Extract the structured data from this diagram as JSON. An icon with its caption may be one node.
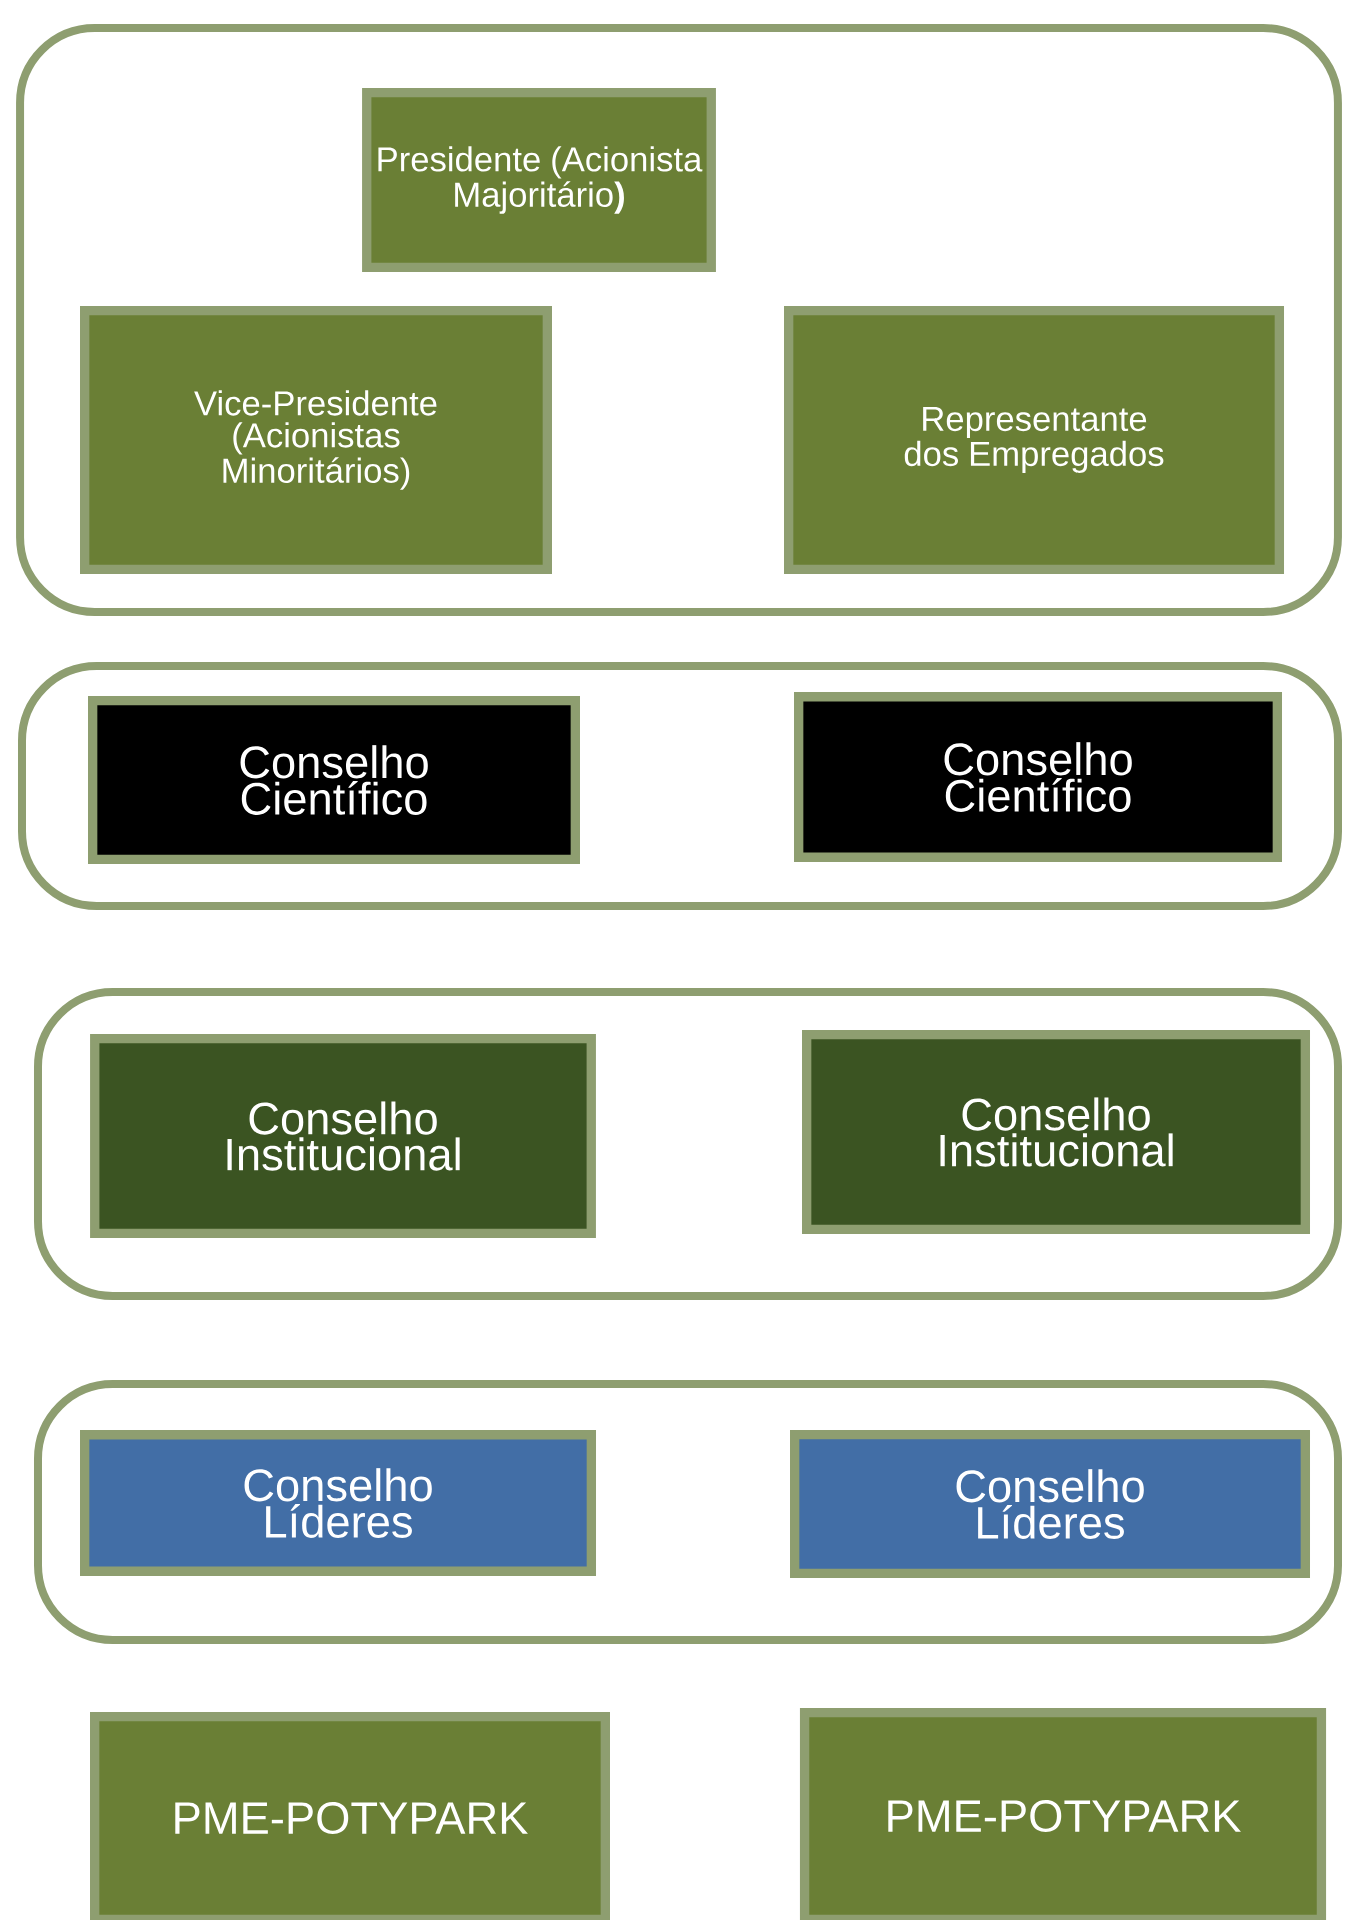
{
  "diagram": {
    "nodes": [
      {
        "text": [],
        "shape": "box"
      },
      {
        "text": [
          "Presidente (Acionista Majoritário**)**"
        ],
        "in": 0
      },
      {
        "text": [
          "Vice-Presidente (Acionistas Minoritários)"
        ],
        "in": 0
      },
      {
        "text": [
          "Representante dos Empregados"
        ],
        "in": 0
      },
      {
        "text": [],
        "shape": "box"
      },
      {
        "text": [
          "Conselho Científico"
        ],
        "in": 4
      },
      {
        "text": [
          "Conselho Científico"
        ],
        "in": 4
      },
      {
        "text": [],
        "shape": "box"
      },
      {
        "text": [
          "Conselho Institucional"
        ],
        "in": 7
      },
      {
        "text": [
          "Conselho Institucional"
        ],
        "in": 7
      },
      {
        "text": [],
        "shape": "box"
      },
      {
        "text": [
          "Conselho Líderes"
        ],
        "in": 10
      },
      {
        "text": [
          "Conselho Líderes"
        ],
        "in": 10
      },
      {
        "text": [
          "PME-POTYPARK"
        ]
      },
      {
        "text": [
          "PME-POTYPARK"
        ]
      }
    ]
  }
}
